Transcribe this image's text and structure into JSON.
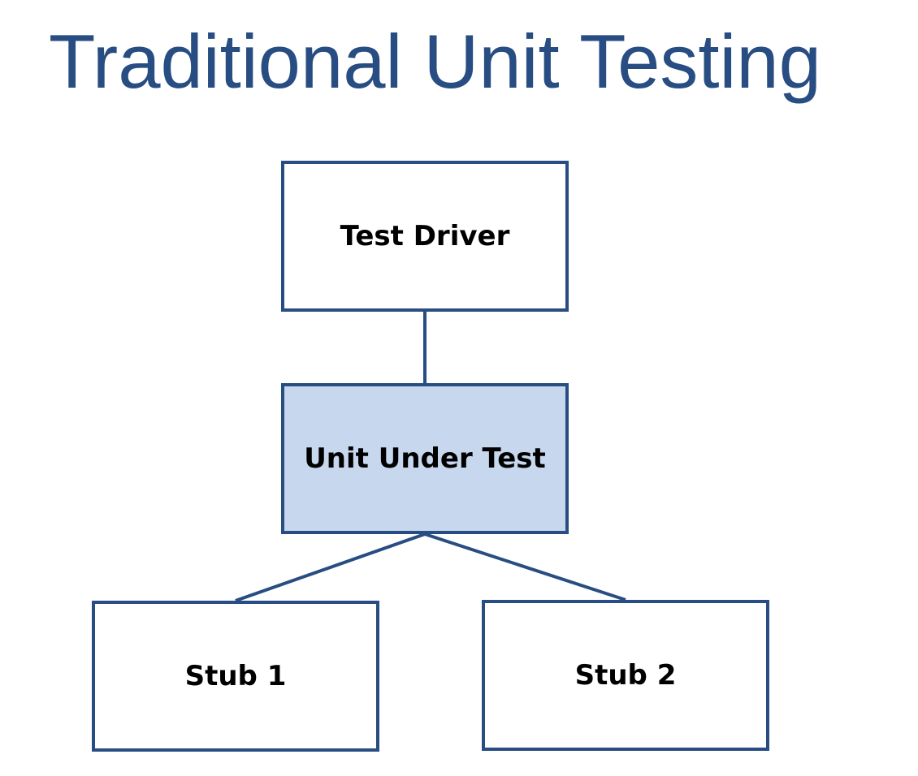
{
  "title": "Traditional Unit Testing",
  "diagram": {
    "nodes": {
      "test_driver": {
        "label": "Test Driver"
      },
      "unit_under_test": {
        "label": "Unit Under Test"
      },
      "stub_1": {
        "label": "Stub 1"
      },
      "stub_2": {
        "label": "Stub 2"
      }
    },
    "edges": [
      {
        "from": "test_driver",
        "to": "unit_under_test"
      },
      {
        "from": "unit_under_test",
        "to": "stub_1"
      },
      {
        "from": "unit_under_test",
        "to": "stub_2"
      }
    ]
  },
  "colors": {
    "title": "#284d82",
    "border": "#284d82",
    "highlight_fill": "#c7d7ee",
    "label_text": "#000000"
  }
}
